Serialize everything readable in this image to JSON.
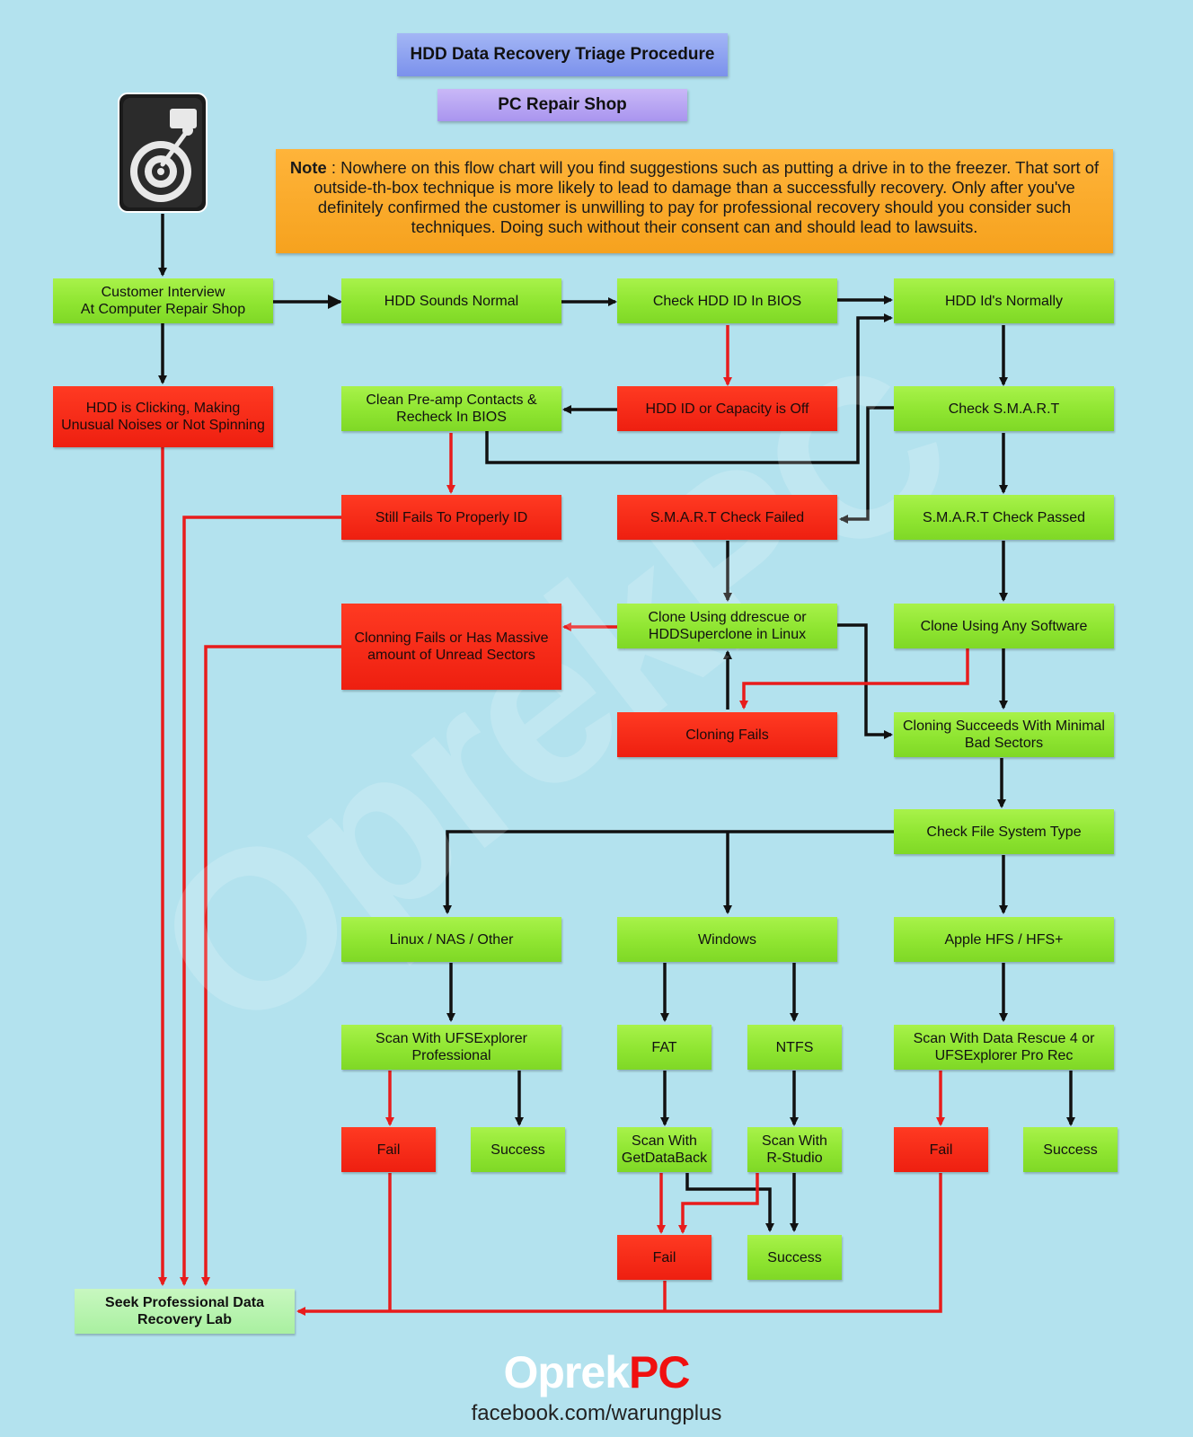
{
  "header": {
    "title": "HDD Data Recovery Triage Procedure",
    "subtitle": "PC Repair Shop"
  },
  "note": {
    "label": "Note",
    "text": " : Nowhere on this flow chart will you find suggestions such as putting a drive in to the freezer. That sort of outside-th-box technique is more likely to lead to damage than a successfully recovery. Only after you've definitely confirmed the customer is unwilling to pay for professional recovery should you consider such techniques. Doing such without their consent can and should lead to lawsuits."
  },
  "colors": {
    "background": "#b3e2ee",
    "green": "#8fe531",
    "red": "#ee1f10",
    "arrow_black": "#111111",
    "arrow_red": "#e81c1c"
  },
  "nodes": {
    "customer_interview": "Customer Interview\nAt Computer Repair Shop",
    "hdd_clicking": "HDD is Clicking, Making Unusual Noises or Not Spinning",
    "hdd_sounds_normal": "HDD Sounds Normal",
    "check_hdd_id": "Check HDD ID In BIOS",
    "hdd_ids_normally": "HDD Id's Normally",
    "clean_preamp": "Clean Pre-amp Contacts & Recheck In BIOS",
    "hdd_id_off": "HDD ID or Capacity is Off",
    "check_smart": "Check S.M.A.R.T",
    "still_fails": "Still Fails To Properly ID",
    "smart_failed": "S.M.A.R.T Check Failed",
    "smart_passed": "S.M.A.R.T Check Passed",
    "cloning_fails_massive": "Clonning Fails or Has Massive amount of Unread Sectors",
    "clone_ddrescue": "Clone Using ddrescue or HDDSuperclone in Linux",
    "clone_any": "Clone Using Any Software",
    "cloning_fails": "Cloning Fails",
    "cloning_succeeds": "Cloning Succeeds With Minimal Bad Sectors",
    "check_fs": "Check File System Type",
    "linux_nas": "Linux / NAS / Other",
    "windows": "Windows",
    "apple_hfs": "Apple HFS / HFS+",
    "scan_ufs": "Scan With UFSExplorer Professional",
    "fat": "FAT",
    "ntfs": "NTFS",
    "scan_datarescue": "Scan With Data Rescue 4 or UFSExplorer Pro Rec",
    "fail_1": "Fail",
    "success_1": "Success",
    "scan_getdataback": "Scan With GetDataBack",
    "scan_rstudio": "Scan With R-Studio",
    "fail_2": "Fail",
    "success_2": "Success",
    "fail_3": "Fail",
    "success_3": "Success",
    "seek_lab": "Seek Professional Data Recovery Lab"
  },
  "footer": {
    "brand_white": "Oprek",
    "brand_red": "PC",
    "url": "facebook.com/warungplus"
  },
  "watermark": "OprekPC"
}
